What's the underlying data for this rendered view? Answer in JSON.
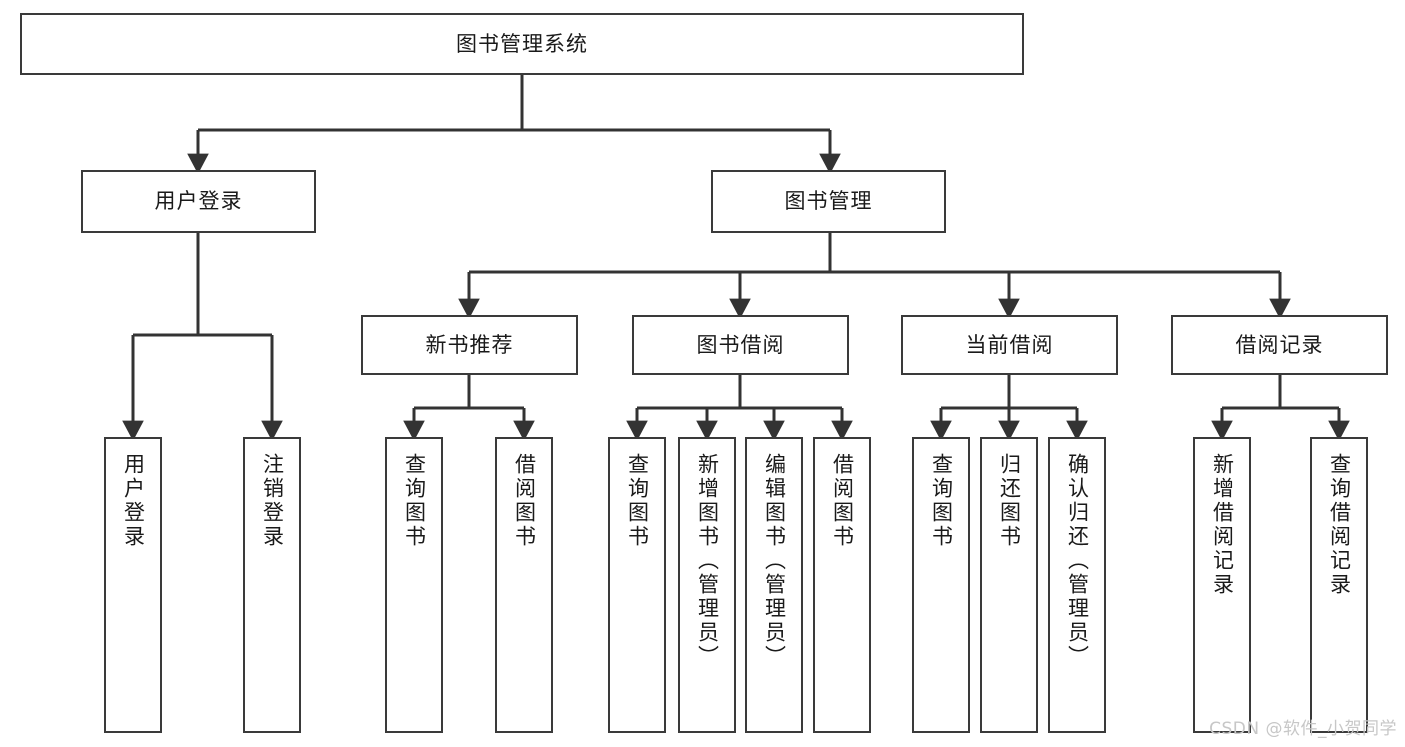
{
  "diagram": {
    "title": "图书管理系统",
    "type": "tree",
    "root": {
      "id": "root",
      "label": "图书管理系统"
    },
    "level2": [
      {
        "id": "user-login",
        "label": "用户登录"
      },
      {
        "id": "book-manage",
        "label": "图书管理"
      }
    ],
    "level3": [
      {
        "id": "new-book-recommend",
        "label": "新书推荐",
        "parent": "book-manage"
      },
      {
        "id": "book-borrow",
        "label": "图书借阅",
        "parent": "book-manage"
      },
      {
        "id": "current-borrow",
        "label": "当前借阅",
        "parent": "book-manage"
      },
      {
        "id": "borrow-record",
        "label": "借阅记录",
        "parent": "book-manage"
      }
    ],
    "leaves": [
      {
        "id": "leaf-user-login",
        "label": "用户登录",
        "parent": "user-login"
      },
      {
        "id": "leaf-user-logout",
        "label": "注销登录",
        "parent": "user-login"
      },
      {
        "id": "leaf-query-book-1",
        "label": "查询图书",
        "parent": "new-book-recommend"
      },
      {
        "id": "leaf-borrow-book-1",
        "label": "借阅图书",
        "parent": "new-book-recommend"
      },
      {
        "id": "leaf-query-book-2",
        "label": "查询图书",
        "parent": "book-borrow"
      },
      {
        "id": "leaf-add-book",
        "label": "新增图书（管理员）",
        "parent": "book-borrow"
      },
      {
        "id": "leaf-edit-book",
        "label": "编辑图书（管理员）",
        "parent": "book-borrow"
      },
      {
        "id": "leaf-borrow-book-2",
        "label": "借阅图书",
        "parent": "book-borrow"
      },
      {
        "id": "leaf-query-book-3",
        "label": "查询图书",
        "parent": "current-borrow"
      },
      {
        "id": "leaf-return-book",
        "label": "归还图书",
        "parent": "current-borrow"
      },
      {
        "id": "leaf-confirm-return",
        "label": "确认归还（管理员）",
        "parent": "current-borrow"
      },
      {
        "id": "leaf-add-record",
        "label": "新增借阅记录",
        "parent": "borrow-record"
      },
      {
        "id": "leaf-query-record",
        "label": "查询借阅记录",
        "parent": "borrow-record"
      }
    ]
  },
  "watermark": {
    "text": "CSDN @软件_小贺同学"
  },
  "colors": {
    "border": "#3a3a3a",
    "text": "#1a1a1a",
    "background": "#ffffff",
    "connector": "#333333",
    "watermark": "#c7c7c7"
  }
}
